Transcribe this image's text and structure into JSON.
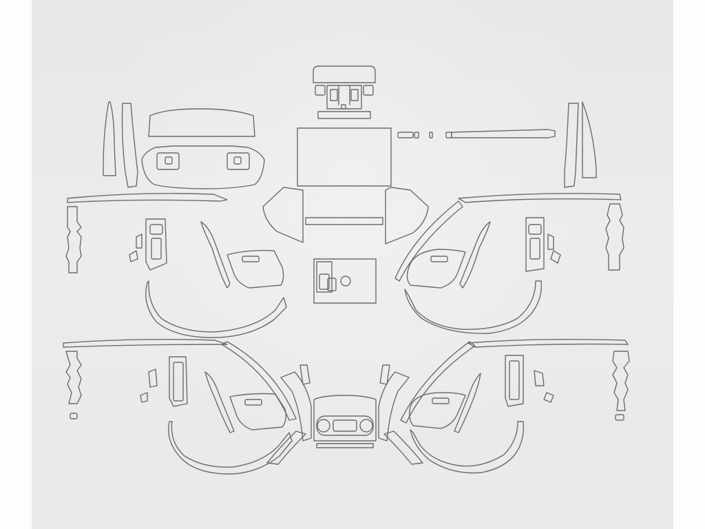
{
  "view": {
    "frame_color": "#fdfdfd",
    "sheet_color": "#e9e9eb",
    "cut_line_color": "#6e6a6c"
  },
  "diagram": {
    "type": "vehicle interior protective film cut template",
    "visible_text": [],
    "part_groups": [
      "headliner-console-film",
      "a-pillar-films",
      "instrument-cluster-film",
      "center-screen-film",
      "dashboard-trim-strip-films",
      "center-console-side-films",
      "front-door-films",
      "rear-door-films",
      "gear-panel-film",
      "climate-panel-film",
      "door-switch-panel-films"
    ]
  }
}
